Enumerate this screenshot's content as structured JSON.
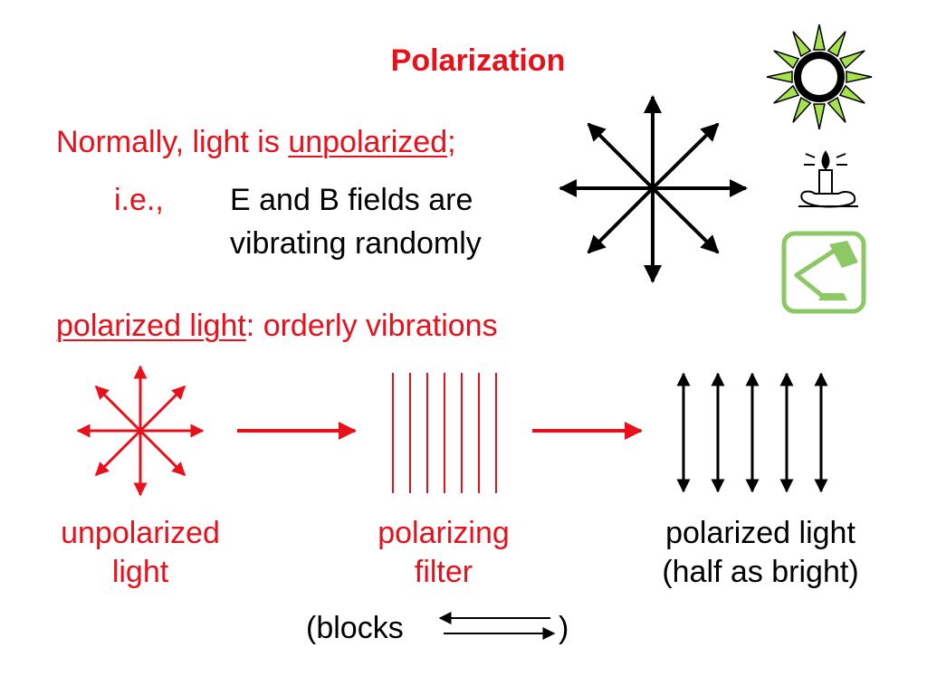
{
  "title": "Polarization",
  "intro": {
    "prefix": "Normally, light is ",
    "emphasis": "unpolarized",
    "suffix": ";"
  },
  "ie": {
    "label": "i.e.,",
    "line1": "E and B fields are",
    "line2": "vibrating randomly"
  },
  "polarized_def": {
    "term": "polarized light",
    "rest": ": orderly vibrations"
  },
  "labels": {
    "unpolarized_1": "unpolarized",
    "unpolarized_2": "light",
    "filter_1": "polarizing",
    "filter_2": "filter",
    "polarized_1": "polarized light",
    "polarized_2": "(half as bright)",
    "blocks_open": "(blocks",
    "blocks_close": ")"
  },
  "icons": [
    "sun-icon",
    "candle-icon",
    "desk-lamp-icon"
  ],
  "colors": {
    "accent_red": "#e8101a",
    "text_black": "#000000",
    "sun_green": "#a6e34a",
    "lamp_green": "#8cc864"
  }
}
